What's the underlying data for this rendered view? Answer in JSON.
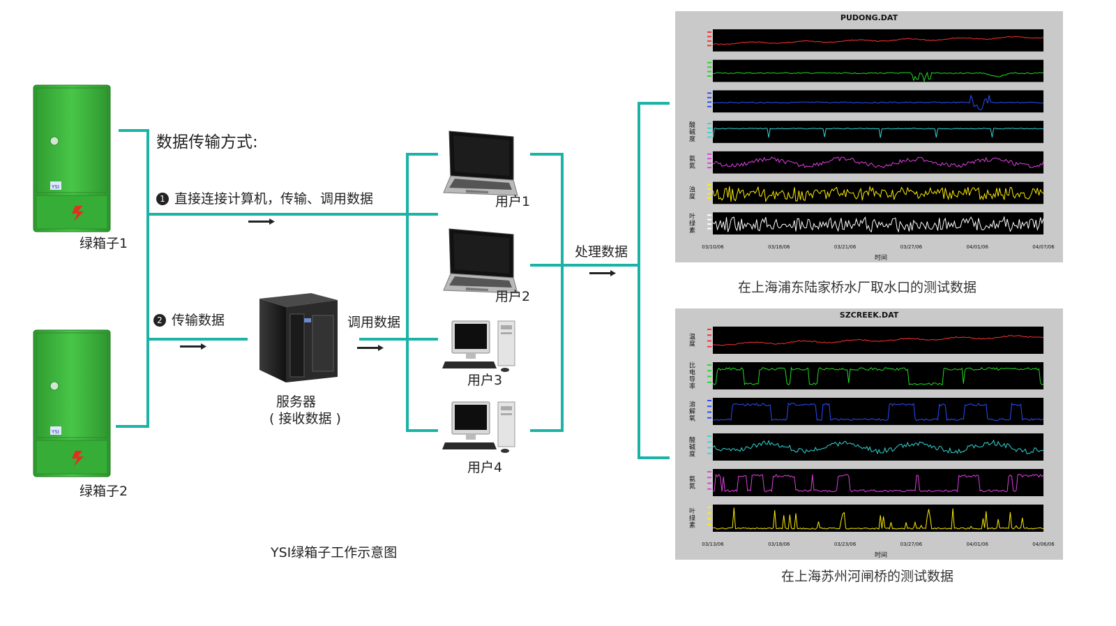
{
  "labels": {
    "transfer_title": "数据传输方式:",
    "badge1": "1",
    "method1": "直接连接计算机，传输、调用数据",
    "badge2": "2",
    "method2": "传输数据",
    "call_data": "调用数据",
    "process_data": "处理数据",
    "box1": "绿箱子1",
    "box2": "绿箱子2",
    "server": "服务器",
    "server_sub": "( 接收数据 )",
    "user1": "用户1",
    "user2": "用户2",
    "user3": "用户3",
    "user4": "用户4",
    "footer": "YSI绿箱子工作示意图",
    "caption1": "在上海浦东陆家桥水厂取水口的测试数据",
    "caption2": "在上海苏州河闸桥的测试数据",
    "box_brand": "YSI"
  },
  "colors": {
    "connector": "#1ab3a6",
    "box_green": "#3bb93b",
    "panel_bg": "#c9c9c9",
    "plot_bg": "#000000"
  },
  "chart_data": [
    {
      "type": "line",
      "title": "PUDONG.DAT",
      "xlabel": "时间",
      "x_ticks": [
        "03/10/06",
        "03/16/06",
        "03/21/06",
        "03/27/06",
        "04/01/06",
        "04/07/06"
      ],
      "series": [
        {
          "name": "",
          "color": "#ff3030",
          "pattern": "trend"
        },
        {
          "name": "",
          "color": "#22dd22",
          "pattern": "spikes-mid"
        },
        {
          "name": "",
          "color": "#2a4dff",
          "pattern": "burst-end"
        },
        {
          "name": "酸碱度",
          "color": "#30d8d8",
          "pattern": "flat"
        },
        {
          "name": "氨氮",
          "color": "#e040e0",
          "pattern": "wavy"
        },
        {
          "name": "浊度",
          "color": "#ffee00",
          "pattern": "noisy"
        },
        {
          "name": "叶绿素",
          "color": "#ffffff",
          "pattern": "noisy"
        }
      ]
    },
    {
      "type": "line",
      "title": "SZCREEK.DAT",
      "xlabel": "时间",
      "x_ticks": [
        "03/13/06",
        "03/18/06",
        "03/23/06",
        "03/27/06",
        "04/01/06",
        "04/06/06"
      ],
      "series": [
        {
          "name": "温度",
          "color": "#ff3030",
          "pattern": "trend"
        },
        {
          "name": "比电导率",
          "color": "#22dd22",
          "pattern": "square"
        },
        {
          "name": "溶解氧",
          "color": "#2a4dff",
          "pattern": "square"
        },
        {
          "name": "酸碱度",
          "color": "#30d8d8",
          "pattern": "wavy"
        },
        {
          "name": "氨氮",
          "color": "#e040e0",
          "pattern": "square"
        },
        {
          "name": "叶绿素",
          "color": "#ffee00",
          "pattern": "sparse-spikes"
        }
      ]
    }
  ]
}
